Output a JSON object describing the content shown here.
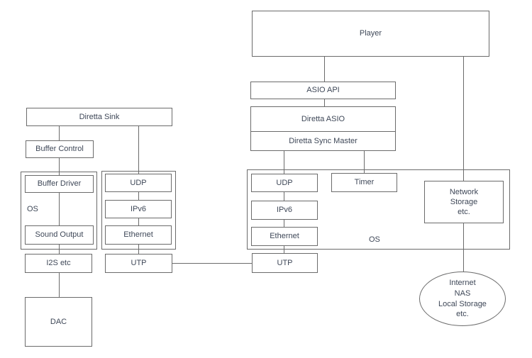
{
  "colors": {
    "bg": "#ffffff",
    "line": "#6b6b6b",
    "text": "#3e4757"
  },
  "nodes": {
    "player": "Player",
    "asio_api": "ASIO API",
    "diretta_asio": "Diretta ASIO",
    "diretta_sync_master": "Diretta Sync Master",
    "udp_right": "UDP",
    "ipv6_right": "IPv6",
    "ethernet_right": "Ethernet",
    "timer": "Timer",
    "network_storage": "Network\nStorage\netc.",
    "os_right": "OS",
    "utp_right": "UTP",
    "internet_nas": "Internet\nNAS\nLocal Storage\netc.",
    "diretta_sink": "Diretta Sink",
    "buffer_control": "Buffer Control",
    "buffer_driver": "Buffer Driver",
    "os_left": "OS",
    "sound_output": "Sound Output",
    "i2s_etc": "I2S etc",
    "dac": "DAC",
    "udp_left": "UDP",
    "ipv6_left": "IPv6",
    "ethernet_left": "Ethernet",
    "utp_left": "UTP"
  }
}
